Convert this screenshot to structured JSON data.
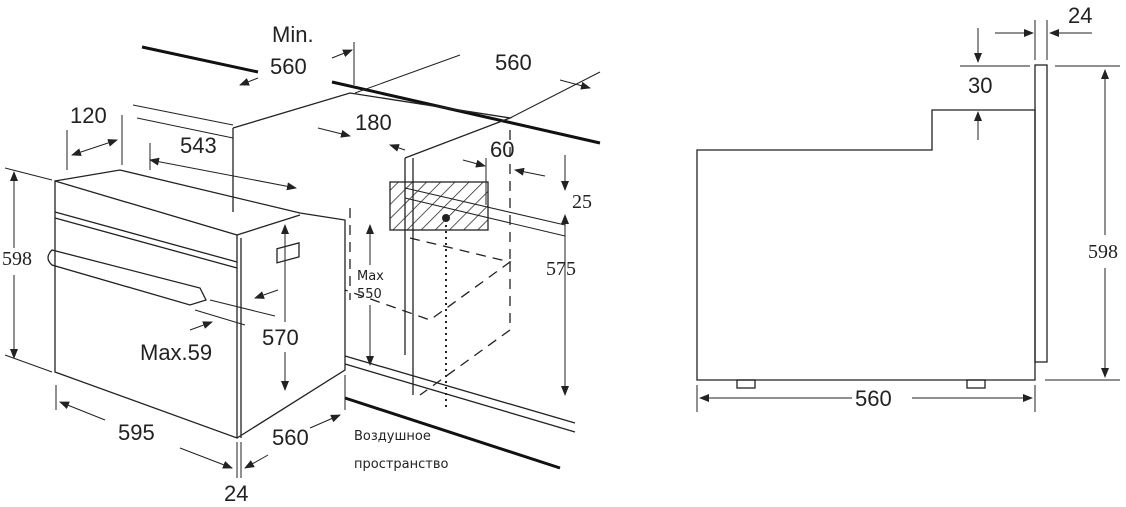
{
  "left_view": {
    "min_label": "Min.",
    "dim_560_top": "560",
    "dim_560_right": "560",
    "dim_120": "120",
    "dim_543": "543",
    "dim_180": "180",
    "dim_60": "60",
    "dim_25": "25",
    "dim_598": "598",
    "dim_575": "575",
    "max550_line1": "Max",
    "max550_line2": "550",
    "dim_570": "570",
    "max59": "Max.59",
    "dim_595": "595",
    "dim_560_bottom": "560",
    "dim_24": "24",
    "air_line1": "Воздушное",
    "air_line2": "пространство"
  },
  "right_view": {
    "dim_24": "24",
    "dim_30": "30",
    "dim_598": "598",
    "dim_560": "560"
  }
}
